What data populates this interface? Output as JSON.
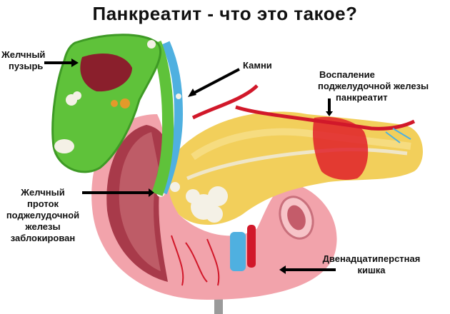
{
  "title": "Панкреатит - что это такое?",
  "labels": {
    "gallbladder": [
      "Желчный",
      "пузырь"
    ],
    "stones": [
      "Камни"
    ],
    "inflammation": [
      "Воспаление",
      "поджелудочной железы",
      "панкреатит"
    ],
    "duct": [
      "Желчный",
      "проток",
      "поджелудочной",
      "железы",
      "заблокирован"
    ],
    "duodenum": [
      "Двенадцатиперстная",
      "кишка"
    ]
  },
  "colors": {
    "gallbladder": "#5fc23a",
    "gallbladder_dark": "#3e9a25",
    "gallbladder_inner": "#8a1f2c",
    "pancreas": "#f2cf5b",
    "pancreas_light": "#f8e49a",
    "inflammation": "#e0202a",
    "duodenum": "#f2a3ab",
    "duodenum_inner": "#a83a4a",
    "vein": "#4fb0e0",
    "artery": "#d1182a",
    "stone": "#f4f1e6",
    "arrow": "#000000"
  }
}
